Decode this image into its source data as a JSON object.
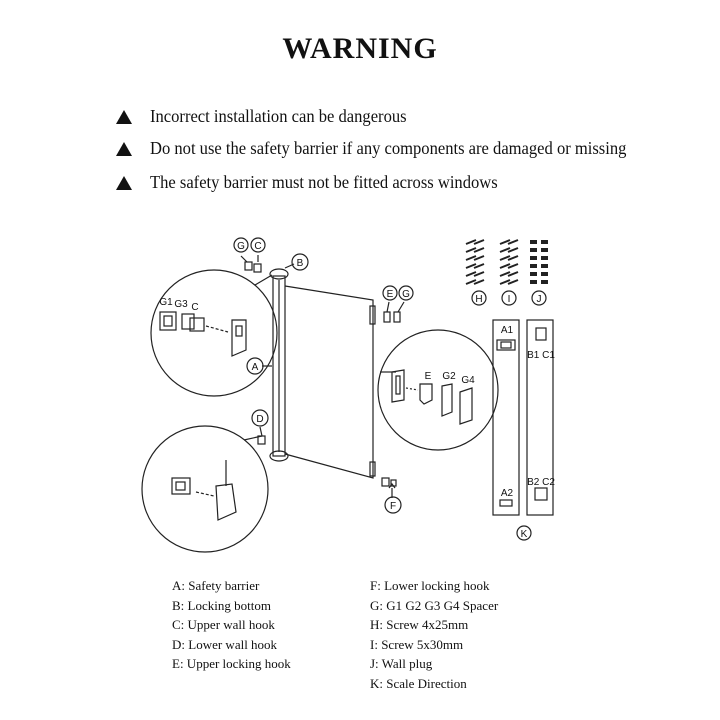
{
  "title": "WARNING",
  "warnings": [
    "Incorrect installation can be dangerous",
    "Do not use the safety barrier if any components are damaged or missing",
    "The safety barrier must not be fitted across windows"
  ],
  "labels": {
    "G": "G",
    "C": "C",
    "B": "B",
    "A": "A",
    "D": "D",
    "E": "E",
    "F": "F",
    "H": "H",
    "I": "I",
    "J": "J",
    "K": "K",
    "G1": "G1",
    "G2": "G2",
    "G3": "G3",
    "G4": "G4",
    "A1": "A1",
    "A2": "A2",
    "B1C1": "B1 C1",
    "B2C2": "B2 C2"
  },
  "legend_left": [
    "A: Safety barrier",
    "B: Locking bottom",
    "C: Upper wall hook",
    "D: Lower wall hook",
    "E: Upper locking hook"
  ],
  "legend_right": [
    "F:  Lower locking hook",
    "G: G1 G2 G3 G4  Spacer",
    "H: Screw 4x25mm",
    "I:  Screw  5x30mm",
    "J:  Wall plug",
    "K: Scale Direction"
  ]
}
